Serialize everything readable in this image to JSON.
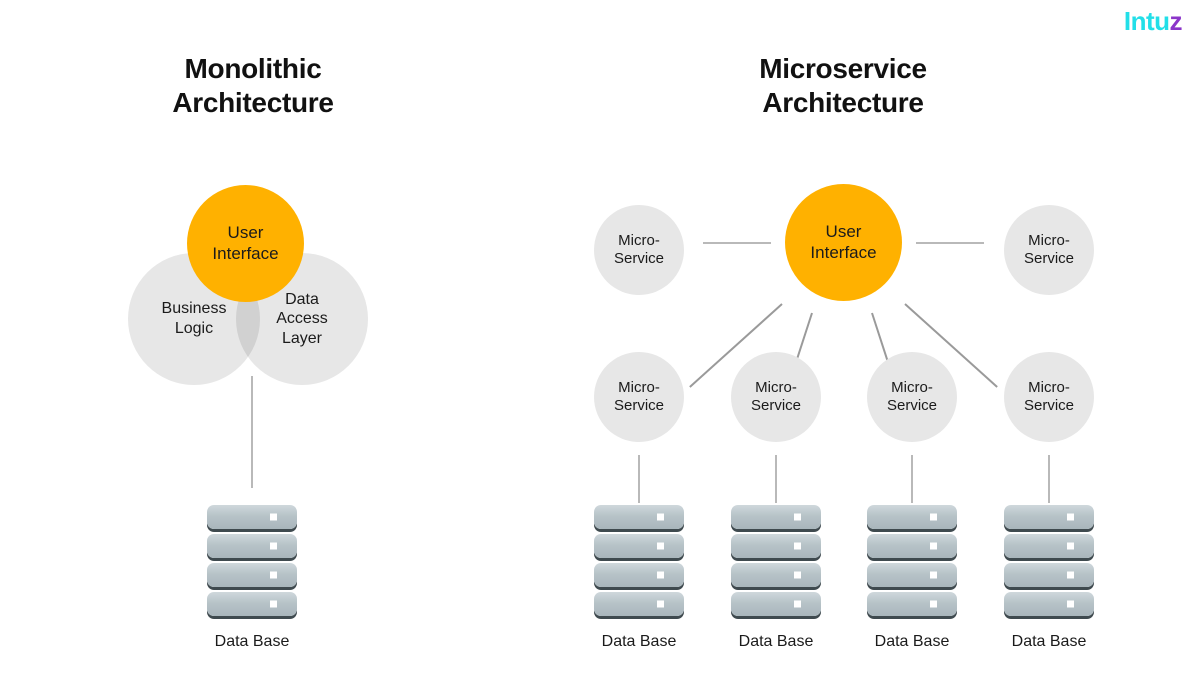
{
  "brand": {
    "logo_part1": "Intu",
    "logo_part2": "z",
    "logo_full": "Intuz"
  },
  "colors": {
    "orange": "#ffb100",
    "gray_circle": "#e7e7e7",
    "line": "#b9b9b9",
    "text": "#1b1b1b",
    "logo_cyan": "#22dfe8",
    "logo_purple": "#8b35c9",
    "background": "#ffffff",
    "server_body": "#b7c3c8",
    "server_shadow": "#3f4a4f"
  },
  "panels": [
    {
      "id": "monolithic",
      "title": "Monolithic\nArchitecture",
      "nodes": [
        {
          "name": "user-interface",
          "label": "User\nInterface",
          "style": "orange"
        },
        {
          "name": "business-logic",
          "label": "Business\nLogic",
          "style": "gray"
        },
        {
          "name": "data-access-layer",
          "label": "Data\nAccess\nLayer",
          "style": "gray"
        }
      ],
      "databases": [
        {
          "label": "Data Base"
        }
      ]
    },
    {
      "id": "microservice",
      "title": "Microservice\nArchitecture",
      "nodes": [
        {
          "name": "user-interface",
          "label": "User\nInterface",
          "style": "orange"
        },
        {
          "name": "microservice-top-left",
          "label": "Micro-\nService",
          "style": "gray"
        },
        {
          "name": "microservice-top-right",
          "label": "Micro-\nService",
          "style": "gray"
        },
        {
          "name": "microservice-1",
          "label": "Micro-\nService",
          "style": "gray"
        },
        {
          "name": "microservice-2",
          "label": "Micro-\nService",
          "style": "gray"
        },
        {
          "name": "microservice-3",
          "label": "Micro-\nService",
          "style": "gray"
        },
        {
          "name": "microservice-4",
          "label": "Micro-\nService",
          "style": "gray"
        }
      ],
      "databases": [
        {
          "label": "Data Base"
        },
        {
          "label": "Data Base"
        },
        {
          "label": "Data Base"
        },
        {
          "label": "Data Base"
        }
      ]
    }
  ]
}
